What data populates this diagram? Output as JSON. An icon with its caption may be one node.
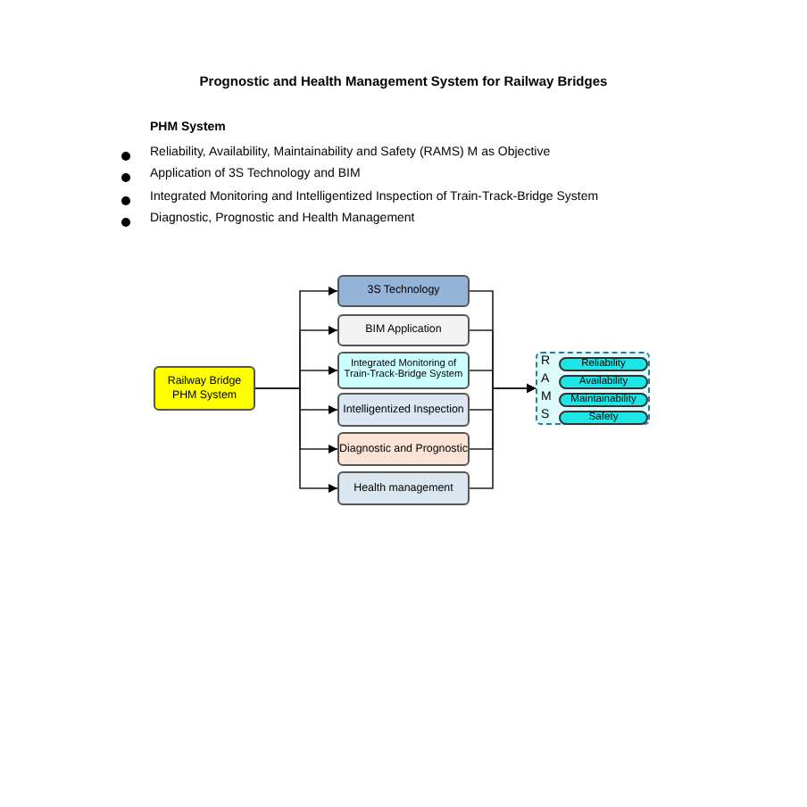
{
  "diagram": {
    "title": "Prognostic and Health Management System for Railway Bridges",
    "labels": [
      "PHM System",
      "Reliability, Availability, Maintainability and Safety (RAMS) M as Objective",
      "Application of 3S Technology and BIM",
      "Integrated Monitoring and Intelligentized Inspection of Train-Track-Bridge System",
      "Diagnostic, Prognostic and Health Management"
    ],
    "nodes": [
      {
        "text": [
          "Railway Bridge PHM System"
        ]
      },
      {
        "text": [
          "3S Technology"
        ]
      },
      {
        "text": [
          "BIM Application"
        ]
      },
      {
        "text": [
          "Integrated Monitoring of Train-Track-Bridge System"
        ]
      },
      {
        "text": [
          "Intelligentized Inspection"
        ]
      },
      {
        "text": [
          "Diagnostic and Prognostic"
        ]
      },
      {
        "text": [
          "Health management"
        ]
      },
      {
        "text": [
          "R",
          "A",
          "M",
          "S"
        ]
      },
      {
        "text": [
          "Reliability"
        ],
        "in": 7
      },
      {
        "text": [
          "Availability"
        ],
        "in": 7
      },
      {
        "text": [
          "Maintainability"
        ],
        "in": 7
      },
      {
        "text": [
          "Safety"
        ],
        "in": 7
      }
    ],
    "edges": [
      {
        "from": 0,
        "to": 1,
        "arrow": "to"
      },
      {
        "from": 0,
        "to": 2,
        "arrow": "to"
      },
      {
        "from": 0,
        "to": 3,
        "arrow": "to"
      },
      {
        "from": 0,
        "to": 4,
        "arrow": "to"
      },
      {
        "from": 0,
        "to": 5,
        "arrow": "to"
      },
      {
        "from": 0,
        "to": 6,
        "arrow": "to"
      },
      {
        "from": 1,
        "to": 7,
        "arrow": "to"
      },
      {
        "from": 2,
        "to": 7,
        "arrow": "to"
      },
      {
        "from": 3,
        "to": 7,
        "arrow": "to"
      },
      {
        "from": 4,
        "to": 7,
        "arrow": "to"
      },
      {
        "from": 5,
        "to": 7,
        "arrow": "to"
      },
      {
        "from": 6,
        "to": 7,
        "arrow": "to"
      }
    ]
  }
}
